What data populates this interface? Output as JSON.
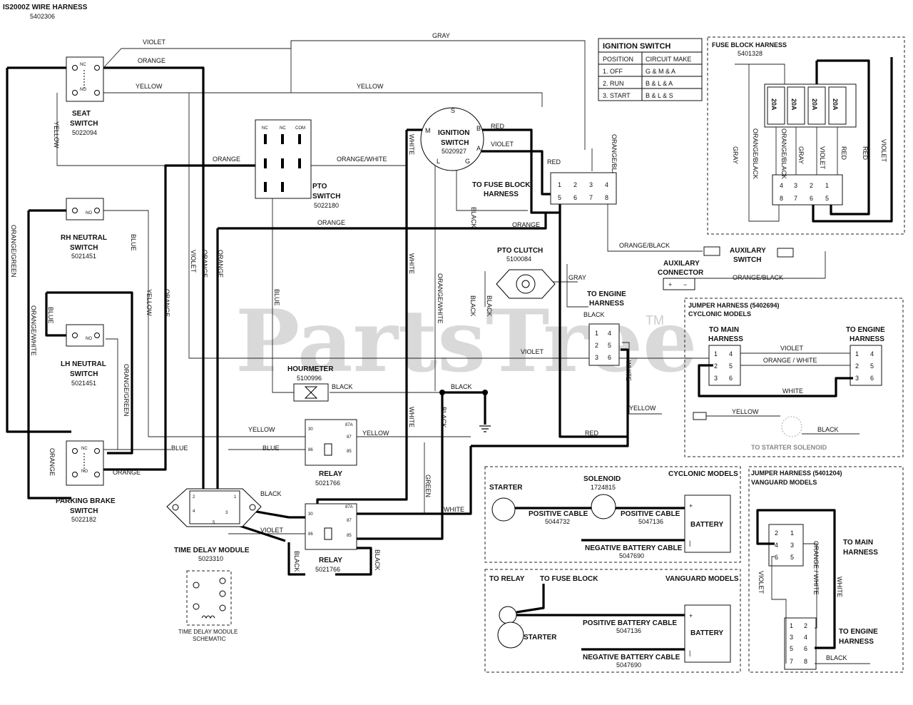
{
  "header": {
    "title": "IS2000Z WIRE HARNESS",
    "part_number": "5402306"
  },
  "watermark": "PartsTree",
  "watermark_tm": "TM",
  "wires": {
    "violet": "VIOLET",
    "orange": "ORANGE",
    "yellow": "YELLOW",
    "gray": "GRAY",
    "orange_white": "ORANGE/WHITE",
    "white": "WHITE",
    "red": "RED",
    "black": "BLACK",
    "blue": "BLUE",
    "orange_green": "ORANGE/GREEN",
    "orange_black": "ORANGE/BLACK",
    "green": "GREEN",
    "orange_slash_white": "ORANGE / WHITE"
  },
  "components": {
    "seat_switch": {
      "name": "SEAT",
      "name2": "SWITCH",
      "part": "5022094"
    },
    "rh_neutral": {
      "name": "RH NEUTRAL",
      "name2": "SWITCH",
      "part": "5021451"
    },
    "lh_neutral": {
      "name": "LH NEUTRAL",
      "name2": "SWITCH",
      "part": "5021451"
    },
    "parking_brake": {
      "name": "PARKING BRAKE",
      "name2": "SWITCH",
      "part": "5022182"
    },
    "pto_switch": {
      "name": "PTO",
      "name2": "SWITCH",
      "part": "5022180"
    },
    "ignition_switch": {
      "name": "IGNITION",
      "name2": "SWITCH",
      "part": "5020927"
    },
    "fuse_block_conn": {
      "name": "TO FUSE BLOCK",
      "name2": "HARNESS"
    },
    "pto_clutch": {
      "name": "PTO CLUTCH",
      "part": "5100084"
    },
    "to_engine": {
      "name": "TO ENGINE",
      "name2": "HARNESS"
    },
    "hourmeter": {
      "name": "HOURMETER",
      "part": "5100996"
    },
    "relay1": {
      "name": "RELAY",
      "part": "5021766"
    },
    "relay2": {
      "name": "RELAY",
      "part": "5021766"
    },
    "time_delay": {
      "name": "TIME DELAY MODULE",
      "part": "5023310"
    },
    "tdm_schematic": {
      "name": "TIME DELAY MODULE",
      "name2": "SCHEMATIC"
    },
    "aux_connector": {
      "name": "AUXILARY",
      "name2": "CONNECTOR"
    },
    "aux_switch": {
      "name": "AUXILARY",
      "name2": "SWITCH"
    }
  },
  "contacts": {
    "nc": "NC",
    "no": "NO",
    "com": "COM"
  },
  "ignition_letters": [
    "M",
    "S",
    "B",
    "A",
    "L",
    "G"
  ],
  "ignition_table": {
    "title": "IGNITION SWITCH",
    "headers": [
      "POSITION",
      "CIRCUIT MAKE"
    ],
    "rows": [
      [
        "1. OFF",
        "G & M & A"
      ],
      [
        "2. RUN",
        "B & L & A"
      ],
      [
        "3. START",
        "B & L & S"
      ]
    ]
  },
  "fuse_block": {
    "title": "FUSE BLOCK HARNESS",
    "part": "5401328",
    "fuses": [
      "20A",
      "20A",
      "20A",
      "20A"
    ],
    "wires": [
      "GRAY",
      "ORANGE/BLACK",
      "ORANGE/BLACK",
      "GRAY",
      "VIOLET",
      "RED",
      "RED",
      "VIOLET"
    ]
  },
  "pins": [
    "1",
    "2",
    "3",
    "4",
    "5",
    "6",
    "7",
    "8"
  ],
  "relay_pins": [
    "30",
    "87A",
    "87",
    "86",
    "85"
  ],
  "tdm_pins": [
    "1",
    "2",
    "3",
    "4",
    "5"
  ],
  "cyclonic_jumper": {
    "title": "JUMPER HARNESS (5402694)",
    "subtitle": "CYCLONIC MODELS",
    "to_main": "TO MAIN",
    "to_main2": "HARNESS",
    "to_engine": "TO ENGINE",
    "to_engine2": "HARNESS",
    "solenoid": "TO STARTER SOLENOID"
  },
  "cyclonic_models": {
    "title": "CYCLONIC MODELS",
    "starter": "STARTER",
    "solenoid": "SOLENOID",
    "solenoid_part": "1724815",
    "pos_cable": "POSITIVE CABLE",
    "pos_part_l": "5044732",
    "pos_part_r": "5047136",
    "neg_cable": "NEGATIVE BATTERY CABLE",
    "neg_part": "5047690",
    "battery": "BATTERY",
    "plus": "+",
    "minus": "|"
  },
  "vanguard_models": {
    "title": "VANGUARD MODELS",
    "to_relay": "TO RELAY",
    "to_fuse": "TO FUSE BLOCK",
    "starter": "STARTER",
    "pos_cable": "POSITIVE BATTERY CABLE",
    "pos_part": "5047136",
    "neg_cable": "NEGATIVE BATTERY CABLE",
    "neg_part": "5047690",
    "battery": "BATTERY"
  },
  "vanguard_jumper": {
    "title": "JUMPER HARNESS (5401204)",
    "subtitle": "VANGUARD MODELS",
    "to_main": "TO MAIN",
    "to_main2": "HARNESS",
    "to_engine": "TO ENGINE",
    "to_engine2": "HARNESS"
  },
  "aux_terms": [
    "+",
    "−"
  ]
}
